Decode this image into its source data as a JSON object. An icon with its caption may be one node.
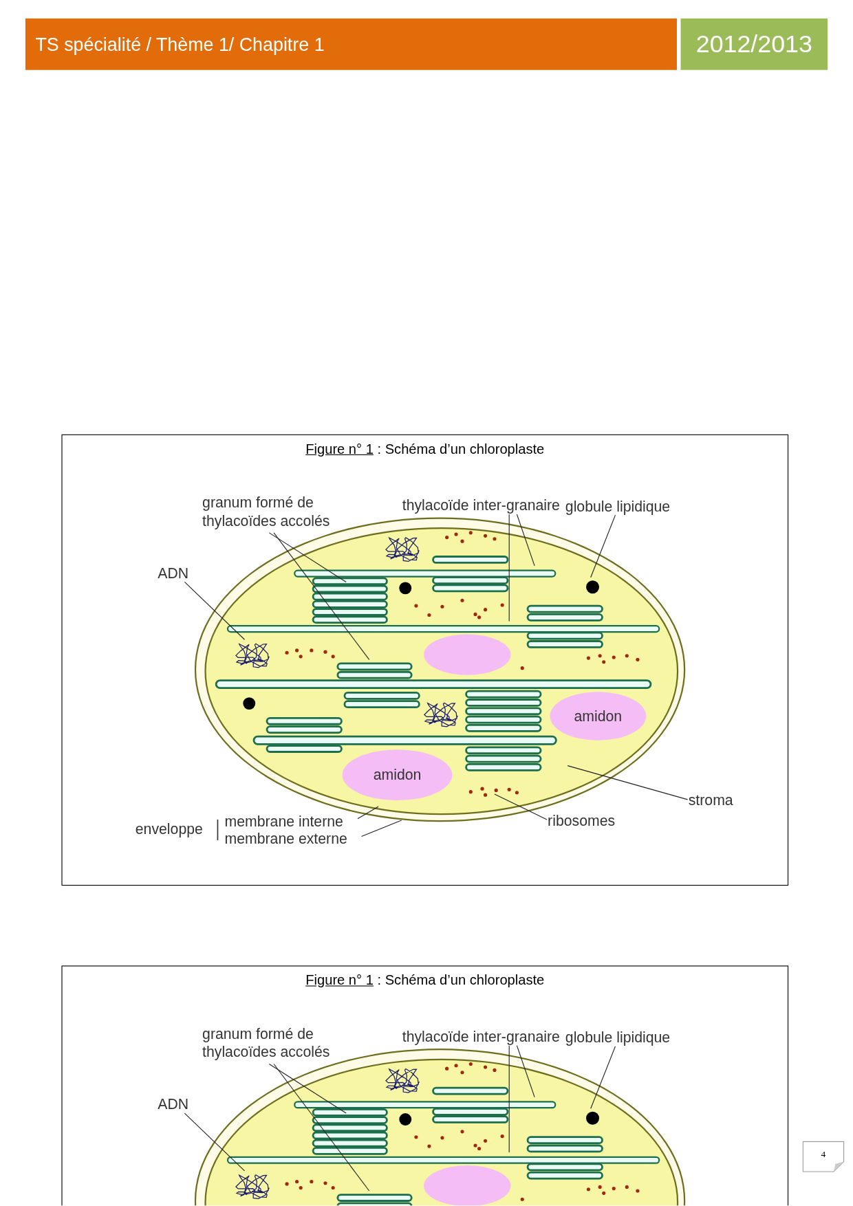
{
  "diagram": {
    "nodes": [
      {
        "text": [
          "TS spécialité / Thème 1/ Chapitre 1"
        ]
      },
      {
        "text": [
          "2012/2013"
        ]
      },
      {
        "text": [
          "Figure n° 1",
          ": Schéma d’un chloroplaste"
        ]
      },
      {
        "text": [
          "granum formé de thylacoïdes accolés"
        ],
        "in": 2
      },
      {
        "text": [
          "thylacoïde inter-granaire"
        ],
        "in": 2
      },
      {
        "text": [
          "globule lipidique"
        ],
        "in": 2
      },
      {
        "text": [
          "ADN"
        ],
        "in": 2
      },
      {
        "text": [],
        "shape": "ellipse",
        "in": 2
      },
      {
        "text": [],
        "shape": "ellipse",
        "in": 7
      },
      {
        "text": [],
        "shape": "bar",
        "in": 8
      },
      {
        "text": [],
        "shape": "bar",
        "in": 8
      },
      {
        "text": [],
        "shape": "stack",
        "in": 8
      },
      {
        "text": [],
        "shape": "stack",
        "in": 8
      },
      {
        "text": [],
        "shape": "circle",
        "in": 8
      },
      {
        "text": [],
        "shape": "coil",
        "in": 8
      },
      {
        "text": [],
        "shape": "ellipse",
        "in": 8
      },
      {
        "text": [
          "amidon"
        ],
        "in": 8
      },
      {
        "text": [
          "amidon"
        ],
        "in": 8
      },
      {
        "text": [],
        "shape": "dots",
        "in": 8
      },
      {
        "text": [
          "stroma"
        ],
        "in": 2
      },
      {
        "text": [
          "ribosomes"
        ],
        "in": 2
      },
      {
        "text": [
          "membrane interne"
        ],
        "in": 2
      },
      {
        "text": [
          "membrane externe"
        ],
        "in": 2
      },
      {
        "text": [
          "Figure n° 1",
          ": Schéma d’un chloroplaste"
        ]
      },
      {
        "text": [
          "granum formé de thylacoïdes accolés"
        ],
        "in": 23
      },
      {
        "text": [
          "thylacoïde inter-granaire"
        ],
        "in": 23
      },
      {
        "text": [
          "globule lipidique"
        ],
        "in": 23
      },
      {
        "text": [
          "ADN"
        ],
        "in": 23
      },
      {
        "text": [],
        "shape": "ellipse",
        "in": 23
      },
      {
        "text": [],
        "shape": "ellipse",
        "in": 28
      },
      {
        "text": [],
        "shape": "bar",
        "in": 29
      },
      {
        "text": [],
        "shape": "bar",
        "in": 29
      },
      {
        "text": [],
        "shape": "stack",
        "in": 29
      },
      {
        "text": [],
        "shape": "stack",
        "in": 29
      },
      {
        "text": [],
        "shape": "circle",
        "in": 29
      },
      {
        "text": [],
        "shape": "coil",
        "in": 29
      },
      {
        "text": [],
        "shape": "ellipse",
        "in": 29
      },
      {
        "text": [
          "4"
        ]
      }
    ],
    "edges": [
      {
        "from": 3,
        "to": 11,
        "arrow": "none"
      },
      {
        "from": 3,
        "to": 12,
        "arrow": "none"
      },
      {
        "from": 4,
        "to": 10,
        "arrow": "none"
      },
      {
        "from": 4,
        "to": 9,
        "arrow": "none"
      },
      {
        "from": 5,
        "to": 13,
        "arrow": "none"
      },
      {
        "from": 6,
        "to": 14,
        "arrow": "none"
      },
      {
        "from": 19,
        "to": 8,
        "arrow": "none"
      },
      {
        "from": 20,
        "to": 18,
        "arrow": "none"
      },
      {
        "from": 21,
        "to": 8,
        "arrow": "none"
      },
      {
        "from": 22,
        "to": 7,
        "arrow": "none"
      },
      {
        "from": 24,
        "to": 32,
        "arrow": "none"
      },
      {
        "from": 24,
        "to": 33,
        "arrow": "none"
      },
      {
        "from": 25,
        "to": 31,
        "arrow": "none"
      },
      {
        "from": 25,
        "to": 30,
        "arrow": "none"
      },
      {
        "from": 26,
        "to": 34,
        "arrow": "none"
      },
      {
        "from": 27,
        "to": 35,
        "arrow": "none"
      }
    ],
    "labels": [
      "enveloppe"
    ]
  }
}
